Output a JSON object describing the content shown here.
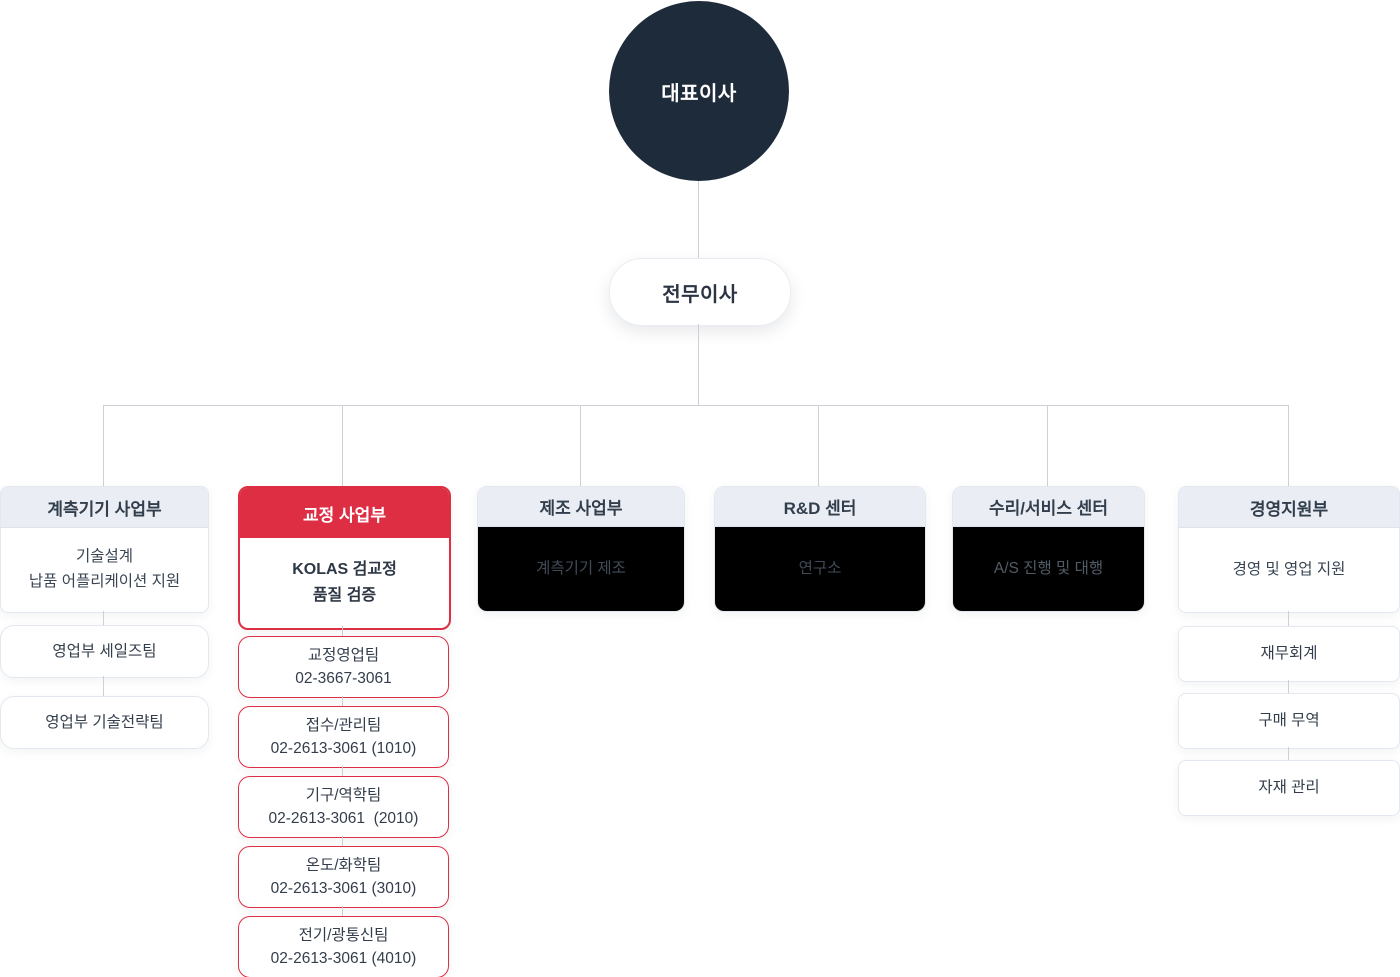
{
  "colors": {
    "navy": "#1e2b3a",
    "red": "#dd2e44",
    "header_bg": "#eaeef4",
    "connector": "#cdd1d7",
    "dark_body_bg": "#000000",
    "page_bg": "#ffffff"
  },
  "org": {
    "ceo": "대표이사",
    "executive": "전무이사",
    "departments": [
      {
        "title": "계측기기 사업부",
        "style": "light",
        "body": "기술설계\n납품 어플리케이션 지원",
        "teams": [
          {
            "label": "영업부 세일즈팀"
          },
          {
            "label": "영업부 기술전략팀"
          }
        ]
      },
      {
        "title": "교정 사업부",
        "style": "red",
        "body": "KOLAS 검교정\n품질 검증",
        "teams": [
          {
            "label": "교정영업팀",
            "phone": "02-3667-3061"
          },
          {
            "label": "접수/관리팀",
            "phone": "02-2613-3061 (1010)"
          },
          {
            "label": "기구/역학팀",
            "phone": "02-2613-3061  (2010)"
          },
          {
            "label": "온도/화학팀",
            "phone": "02-2613-3061 (3010)"
          },
          {
            "label": "전기/광통신팀",
            "phone": "02-2613-3061 (4010)"
          }
        ]
      },
      {
        "title": "제조 사업부",
        "style": "dark",
        "body": "계측기기 제조",
        "teams": []
      },
      {
        "title": "R&D 센터",
        "style": "dark",
        "body": "연구소",
        "teams": []
      },
      {
        "title": "수리/서비스 센터",
        "style": "dark",
        "body": "A/S 진행 및 대행",
        "teams": []
      },
      {
        "title": "경영지원부",
        "style": "light",
        "body": "경영 및 영업 지원",
        "teams": [
          {
            "label": "재무회계"
          },
          {
            "label": "구매 무역"
          },
          {
            "label": "자재 관리"
          }
        ]
      }
    ]
  }
}
